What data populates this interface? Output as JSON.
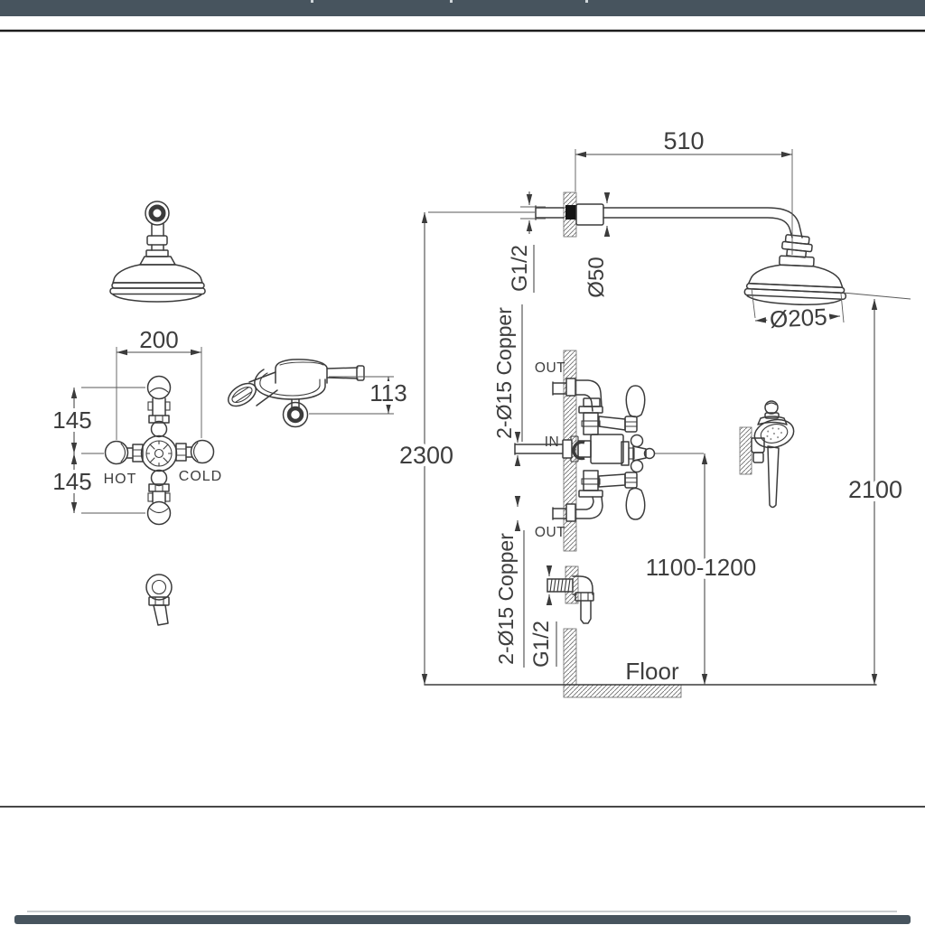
{
  "header": {
    "bar_color": "#47545E"
  },
  "footer": {
    "bar_color": "#47545E"
  },
  "drawing": {
    "line_color": "#3B3B3B",
    "front_view": {
      "dim_width": "200",
      "dim_upper": "145",
      "dim_lower": "145",
      "hot_label": "HOT",
      "cold_label": "COLD"
    },
    "handset_view": {
      "dim_depth": "113"
    },
    "side_view": {
      "dim_arm_length": "510",
      "thread_arm": "G1/2",
      "dim_flange": "Ø50",
      "dim_head_diameter": "Ø205",
      "dim_total_height": "2300",
      "dim_head_height": "2100",
      "dim_valve_height": "1100-1200",
      "pipe_upper": "2-Ø15 Copper",
      "pipe_lower": "2-Ø15 Copper",
      "thread_outlet": "G1/2",
      "floor_label": "Floor",
      "port_top": "OUT",
      "port_mid": "IN",
      "port_bottom": "OUT"
    }
  }
}
